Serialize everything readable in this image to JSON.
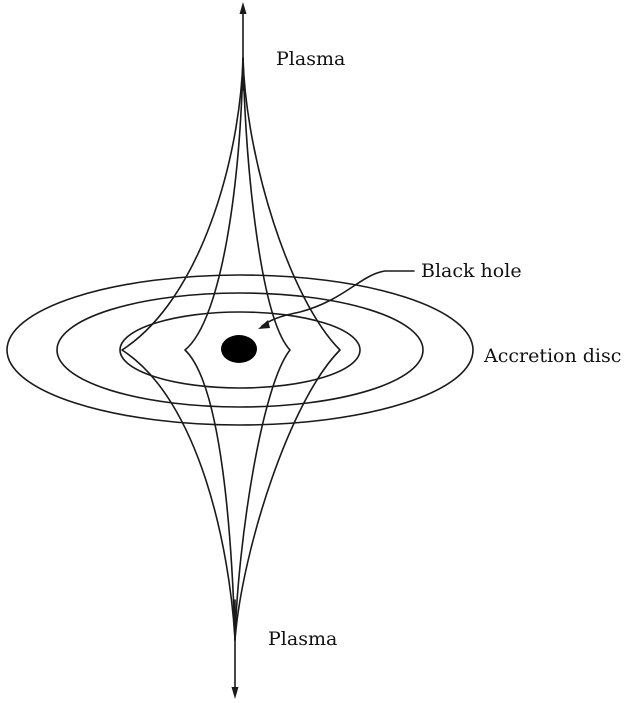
{
  "labels": {
    "plasma_top": "Plasma",
    "black_hole": "Black hole",
    "accretion_disc": "Accretion disc",
    "plasma_bottom": "Plasma"
  },
  "colors": {
    "ink": "#1a1a1a",
    "background": "#ffffff"
  }
}
